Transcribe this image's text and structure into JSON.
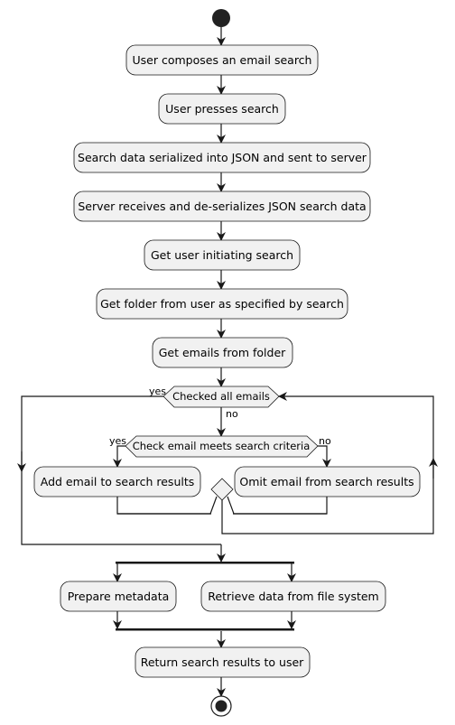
{
  "activities": {
    "compose": "User composes an email search",
    "press": "User presses search",
    "serialize": "Search data serialized into JSON and sent to server",
    "receive": "Server receives and de-serializes JSON search data",
    "get_user": "Get user initiating search",
    "get_folder": "Get folder from user as specified by search",
    "get_emails": "Get emails from folder",
    "add_email": "Add email to search results",
    "omit_email": "Omit email from search results",
    "prepare_metadata": "Prepare metadata",
    "retrieve_data": "Retrieve data from file system",
    "return_results": "Return search results to user"
  },
  "decisions": {
    "loop_condition": "Checked all emails",
    "loop_yes": "yes",
    "loop_no": "no",
    "criteria_condition": "Check email meets search criteria",
    "criteria_yes": "yes",
    "criteria_no": "no"
  }
}
